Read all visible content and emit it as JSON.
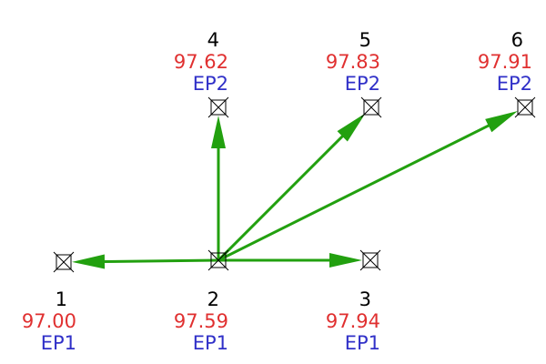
{
  "colors": {
    "background": "#ffffff",
    "arrow": "#22a00f",
    "point_symbol": "#000000",
    "number_text": "#000000",
    "elevation_text": "#e03030",
    "code_text": "#3030c8"
  },
  "points": [
    {
      "id": "p1",
      "number": "1",
      "elevation": "97.00",
      "code": "EP1"
    },
    {
      "id": "p2",
      "number": "2",
      "elevation": "97.59",
      "code": "EP1"
    },
    {
      "id": "p3",
      "number": "3",
      "elevation": "97.94",
      "code": "EP1"
    },
    {
      "id": "p4",
      "number": "4",
      "elevation": "97.62",
      "code": "EP2"
    },
    {
      "id": "p5",
      "number": "5",
      "elevation": "97.83",
      "code": "EP2"
    },
    {
      "id": "p6",
      "number": "6",
      "elevation": "97.91",
      "code": "EP2"
    }
  ],
  "arrows": [
    {
      "from": "2",
      "to": "1"
    },
    {
      "from": "2",
      "to": "3"
    },
    {
      "from": "2",
      "to": "4"
    },
    {
      "from": "2",
      "to": "5"
    },
    {
      "from": "2",
      "to": "6"
    }
  ]
}
